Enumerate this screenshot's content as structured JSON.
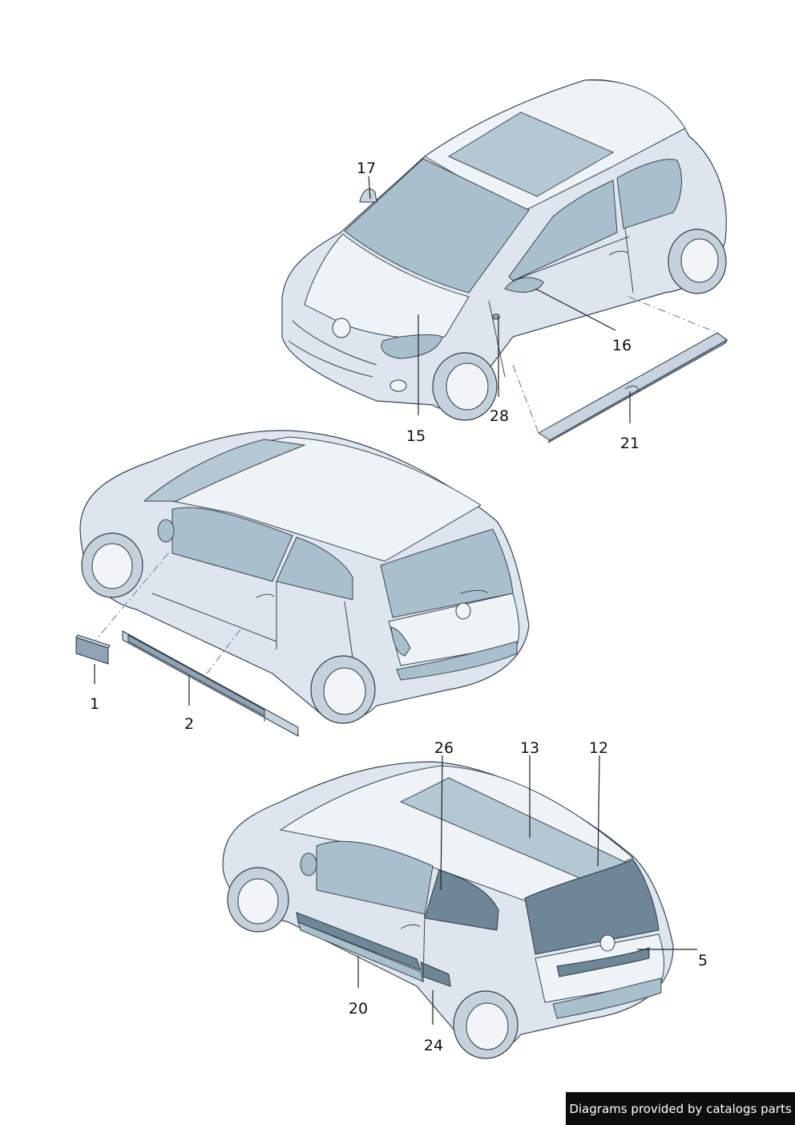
{
  "callouts": {
    "c17": "17",
    "c16": "16",
    "c15": "15",
    "c28": "28",
    "c21": "21",
    "c1": "1",
    "c2": "2",
    "c26": "26",
    "c13": "13",
    "c12": "12",
    "c5": "5",
    "c20": "20",
    "c24": "24"
  },
  "footer": {
    "text": "Diagrams provided by catalogs parts"
  },
  "colors": {
    "body": "#dde6ee",
    "glass": "#a9bfcc",
    "part": "#8fa3b3",
    "dash_leader": "#7d97ad",
    "banner": "#0d0d0d"
  }
}
